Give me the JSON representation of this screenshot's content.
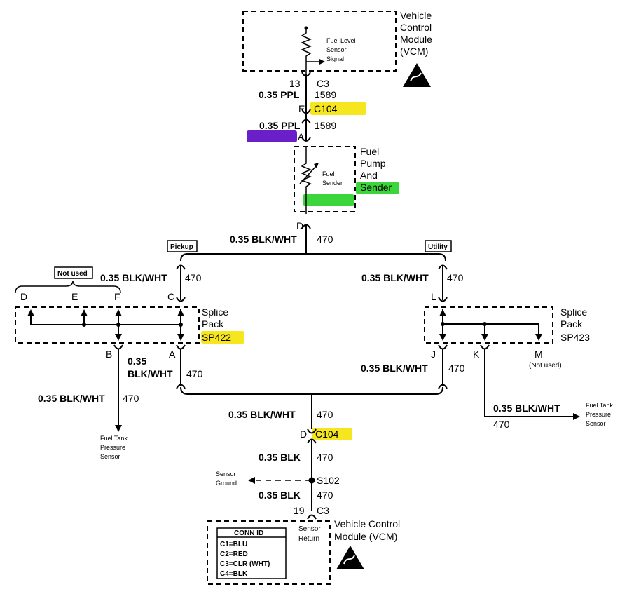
{
  "vcm_top": {
    "title_lines": [
      "Vehicle",
      "Control",
      "Module",
      "(VCM)"
    ],
    "signal_lines": [
      "Fuel Level",
      "Sensor",
      "Signal"
    ]
  },
  "top_pin": {
    "pin": "13",
    "connector": "C3"
  },
  "wire_1589_upper": {
    "gauge_color": "0.35 PPL",
    "circuit": "1589"
  },
  "c104_upper": {
    "pin": "E",
    "connector": "C104"
  },
  "wire_1589_lower": {
    "gauge_color": "0.35 PPL",
    "circuit": "1589"
  },
  "pump_pin_a": "A",
  "fuel_pump": {
    "title_lines": [
      "Fuel",
      "Pump",
      "And",
      "Sender"
    ],
    "sender_lines": [
      "Fuel",
      "Sender"
    ]
  },
  "pump_pin_d": "D",
  "wire_470_main": {
    "gauge_color": "0.35 BLK/WHT",
    "circuit": "470"
  },
  "variant_pickup": "Pickup",
  "variant_utility": "Utility",
  "not_used_label": "Not used",
  "sp422": {
    "title_lines": [
      "Splice",
      "Pack",
      "SP422"
    ],
    "pins": [
      "D",
      "E",
      "F",
      "C",
      "B",
      "A"
    ],
    "wire_in": {
      "gauge_color": "0.35 BLK/WHT",
      "circuit": "470"
    },
    "wire_out_a_lines": [
      "0.35",
      "BLK/WHT"
    ],
    "wire_out_a_circuit": "470",
    "wire_out_b": {
      "gauge_color": "0.35 BLK/WHT",
      "circuit": "470"
    }
  },
  "sp423": {
    "title_lines": [
      "Splice",
      "Pack",
      "SP423"
    ],
    "pins": [
      "L",
      "J",
      "K",
      "M"
    ],
    "not_used": "(Not used)",
    "wire_in": {
      "gauge_color": "0.35 BLK/WHT",
      "circuit": "470"
    },
    "wire_out_j": {
      "gauge_color": "0.35 BLK/WHT",
      "circuit": "470"
    },
    "wire_out_k": {
      "gauge_color": "0.35 BLK/WHT",
      "circuit": "470"
    }
  },
  "fuel_tank_sensor_left": [
    "Fuel Tank",
    "Pressure",
    "Sensor"
  ],
  "fuel_tank_sensor_right": [
    "Fuel Tank",
    "Pressure",
    "Sensor"
  ],
  "wire_470_lower": {
    "gauge_color": "0.35 BLK/WHT",
    "circuit": "470"
  },
  "c104_lower": {
    "pin": "D",
    "connector": "C104"
  },
  "wire_blk_upper": {
    "gauge_color": "0.35 BLK",
    "circuit": "470"
  },
  "sensor_ground_lines": [
    "Sensor",
    "Ground"
  ],
  "splice_s102": "S102",
  "wire_blk_lower": {
    "gauge_color": "0.35 BLK",
    "circuit": "470"
  },
  "bottom_pin": {
    "pin": "19",
    "connector": "C3"
  },
  "sensor_return_lines": [
    "Sensor",
    "Return"
  ],
  "vcm_bottom": {
    "title_lines": [
      "Vehicle Control",
      "Module (VCM)"
    ]
  },
  "conn_id": {
    "title": "CONN ID",
    "rows": [
      "C1=BLU",
      "C2=RED",
      "C3=CLR (WHT)",
      "C4=BLK"
    ]
  },
  "colors": {
    "highlight_yellow": "#f5e61e",
    "highlight_green": "#3cd63c",
    "highlight_purple": "#6a1fc8"
  }
}
